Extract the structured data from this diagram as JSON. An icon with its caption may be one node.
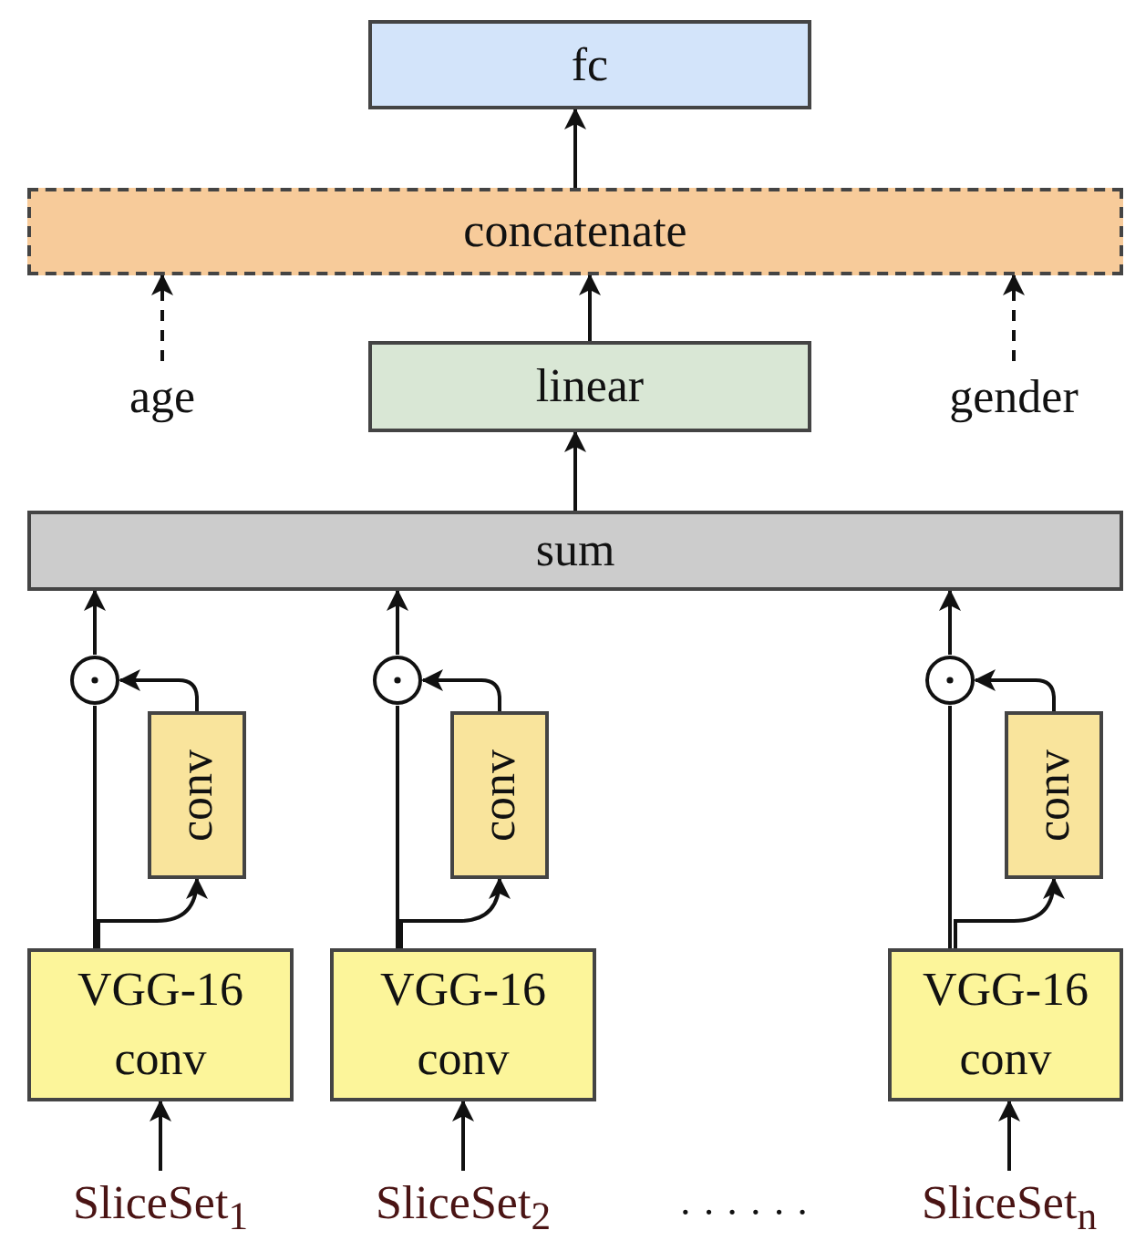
{
  "diagram": {
    "nodes": [
      {
        "text": [
          "fc"
        ]
      },
      {
        "text": [
          "concatenate"
        ]
      },
      {
        "text": [
          "age"
        ]
      },
      {
        "text": [
          "linear"
        ]
      },
      {
        "text": [
          "gender"
        ]
      },
      {
        "text": [
          "sum"
        ]
      },
      {
        "text": [],
        "shape": "circle"
      },
      {
        "text": [
          "conv"
        ]
      },
      {
        "text": [],
        "shape": "circle"
      },
      {
        "text": [
          "conv"
        ]
      },
      {
        "text": [],
        "shape": "circle"
      },
      {
        "text": [
          "conv"
        ]
      },
      {
        "text": [
          "VGG-16 conv"
        ]
      },
      {
        "text": [
          "VGG-16 conv"
        ]
      },
      {
        "text": [
          "VGG-16 conv"
        ]
      },
      {
        "text": [
          "SliceSet$_{1}$"
        ]
      },
      {
        "text": [
          "SliceSet$_{2}$"
        ]
      },
      {
        "text": [
          "SliceSet$_{n}$"
        ]
      }
    ],
    "edges": [
      {
        "from": 1,
        "to": 0,
        "arrow": "to"
      },
      {
        "from": 2,
        "to": 1,
        "arrow": "to",
        "style": "dashed"
      },
      {
        "from": 3,
        "to": 1,
        "arrow": "to"
      },
      {
        "from": 4,
        "to": 1,
        "arrow": "to",
        "style": "dashed"
      },
      {
        "from": 5,
        "to": 3,
        "arrow": "to"
      },
      {
        "from": 12,
        "to": 6,
        "arrow": "none"
      },
      {
        "from": 12,
        "to": 7,
        "arrow": "to"
      },
      {
        "from": 7,
        "to": 6,
        "arrow": "to"
      },
      {
        "from": 6,
        "to": 5,
        "arrow": "to"
      },
      {
        "from": 15,
        "to": 12,
        "arrow": "to"
      },
      {
        "from": 13,
        "to": 8,
        "arrow": "none"
      },
      {
        "from": 13,
        "to": 9,
        "arrow": "to"
      },
      {
        "from": 9,
        "to": 8,
        "arrow": "to"
      },
      {
        "from": 8,
        "to": 5,
        "arrow": "to"
      },
      {
        "from": 16,
        "to": 13,
        "arrow": "to"
      },
      {
        "from": 14,
        "to": 10,
        "arrow": "none"
      },
      {
        "from": 14,
        "to": 11,
        "arrow": "to"
      },
      {
        "from": 11,
        "to": 10,
        "arrow": "to"
      },
      {
        "from": 10,
        "to": 5,
        "arrow": "to"
      },
      {
        "from": 17,
        "to": 14,
        "arrow": "to"
      }
    ],
    "labels": [
      "· · · · · ·"
    ]
  }
}
